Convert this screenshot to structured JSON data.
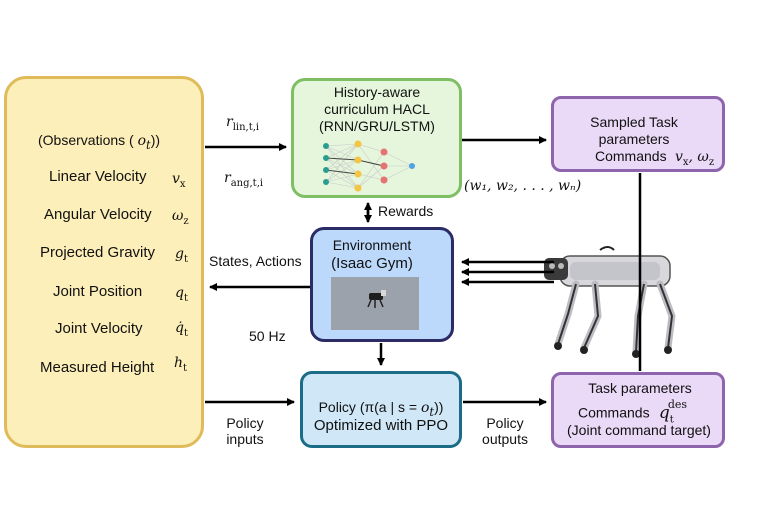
{
  "observations": {
    "title_prefix": "(Observations (",
    "title_symbol": "o",
    "title_sub": "t",
    "title_suffix": "))",
    "items": [
      {
        "label": "Linear Velocity",
        "symbol": "v",
        "sub": "x"
      },
      {
        "label": "Angular Velocity",
        "symbol": "ω",
        "sub": "z"
      },
      {
        "label": "Projected Gravity",
        "symbol": "g",
        "sub": "t"
      },
      {
        "label": "Joint Position",
        "symbol": "q",
        "sub": "t"
      },
      {
        "label": "Joint Velocity",
        "symbol": "q̇",
        "sub": "t"
      },
      {
        "label": "Measured Height",
        "symbol": "h",
        "sub": "t"
      }
    ]
  },
  "hacl": {
    "line1": "History-aware",
    "line2": "curriculum HACL",
    "line3": "(RNN/GRU/LSTM)"
  },
  "environment": {
    "line1": "Environment",
    "line2": "(Isaac Gym)"
  },
  "policy": {
    "line1_prefix": "Policy (π(a | s = ",
    "line1_symbol": "o",
    "line1_sub": "t",
    "line1_suffix": "))",
    "line2": "Optimized with PPO"
  },
  "sampled_task": {
    "line1": "Sampled Task",
    "line2": "parameters",
    "line3": "Commands",
    "math": "v",
    "math_sub": "x",
    "math_sep": ", ω",
    "math_sub2": "z"
  },
  "task_params": {
    "line1": "Task parameters",
    "line2": "Commands",
    "math": "q",
    "math_sub": "t",
    "math_sup": "des",
    "line3": "(Joint command target)"
  },
  "labels": {
    "r_lin": "r",
    "r_lin_sub": "lin,t,i",
    "r_ang": "r",
    "r_ang_sub": "ang,t,i",
    "weights": "(w₁, w₂, . . . , wₙ)",
    "rewards": "Rewards",
    "states_actions": "States, Actions",
    "freq": "50 Hz",
    "policy_inputs_1": "Policy",
    "policy_inputs_2": "inputs",
    "policy_outputs_1": "Policy",
    "policy_outputs_2": "outputs"
  },
  "colors": {
    "obs_fill": "#fdefb9",
    "obs_border": "#e0bb5a",
    "hacl_fill": "#e5f6dc",
    "hacl_border": "#7fbf63",
    "env_fill": "#bcd9fb",
    "env_border": "#2b2b66",
    "policy_fill": "#cfe7f6",
    "policy_border": "#1b6c86",
    "task_fill": "#ead9f7",
    "task_border": "#8e64ac"
  }
}
